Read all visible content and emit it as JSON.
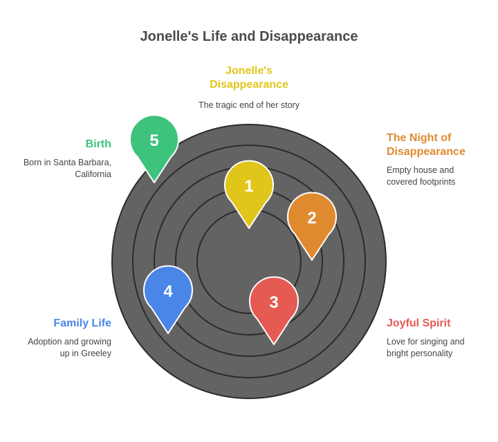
{
  "title": "Jonelle's Life and Disappearance",
  "items": [
    {
      "num": "1",
      "title": "Jonelle's Disappearance",
      "title_lines": [
        "Jonelle's",
        "Disappearance"
      ],
      "desc_lines": [
        "The tragic end of her story"
      ],
      "color": "#e0c61a"
    },
    {
      "num": "2",
      "title": "The Night of Disappearance",
      "title_lines": [
        "The Night of",
        "Disappearance"
      ],
      "desc_lines": [
        "Empty house and",
        "covered footprints"
      ],
      "color": "#e08a2f"
    },
    {
      "num": "3",
      "title": "Joyful Spirit",
      "title_lines": [
        "Joyful Spirit"
      ],
      "desc_lines": [
        "Love for singing and",
        "bright personality"
      ],
      "color": "#e55a53"
    },
    {
      "num": "4",
      "title": "Family Life",
      "title_lines": [
        "Family Life"
      ],
      "desc_lines": [
        "Adoption and growing",
        "up in Greeley"
      ],
      "color": "#4a86e8"
    },
    {
      "num": "5",
      "title": "Birth",
      "title_lines": [
        "Birth"
      ],
      "desc_lines": [
        "Born in Santa Barbara,",
        "California"
      ],
      "color": "#3dc37c"
    }
  ],
  "colors": {
    "disc": "#636363",
    "rings": "#2b2b2b",
    "title": "#4a4a4a"
  }
}
